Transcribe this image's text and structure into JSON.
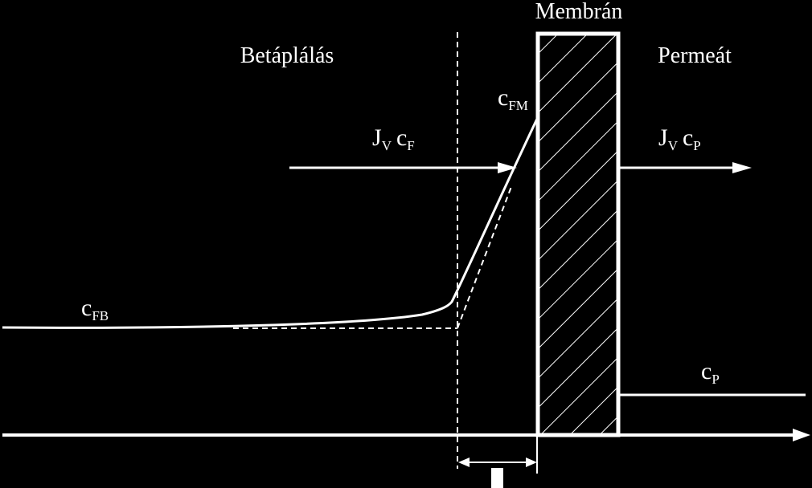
{
  "regions": {
    "feed": "Betáplálás",
    "membrane": "Membrán",
    "permeate": "Permeát"
  },
  "symbols": {
    "c_fb": {
      "main": "c",
      "sub": "FB"
    },
    "c_fm": {
      "main": "c",
      "sub": "FM"
    },
    "jv_cf": {
      "j": "J",
      "j_sub": "V",
      "c": "c",
      "c_sub": "F"
    },
    "jv_cp": {
      "j": "J",
      "j_sub": "V",
      "c": "c",
      "c_sub": "P"
    },
    "c_p": {
      "main": "c",
      "sub": "P"
    }
  },
  "colors": {
    "background": "#000000",
    "foreground": "#ffffff"
  }
}
